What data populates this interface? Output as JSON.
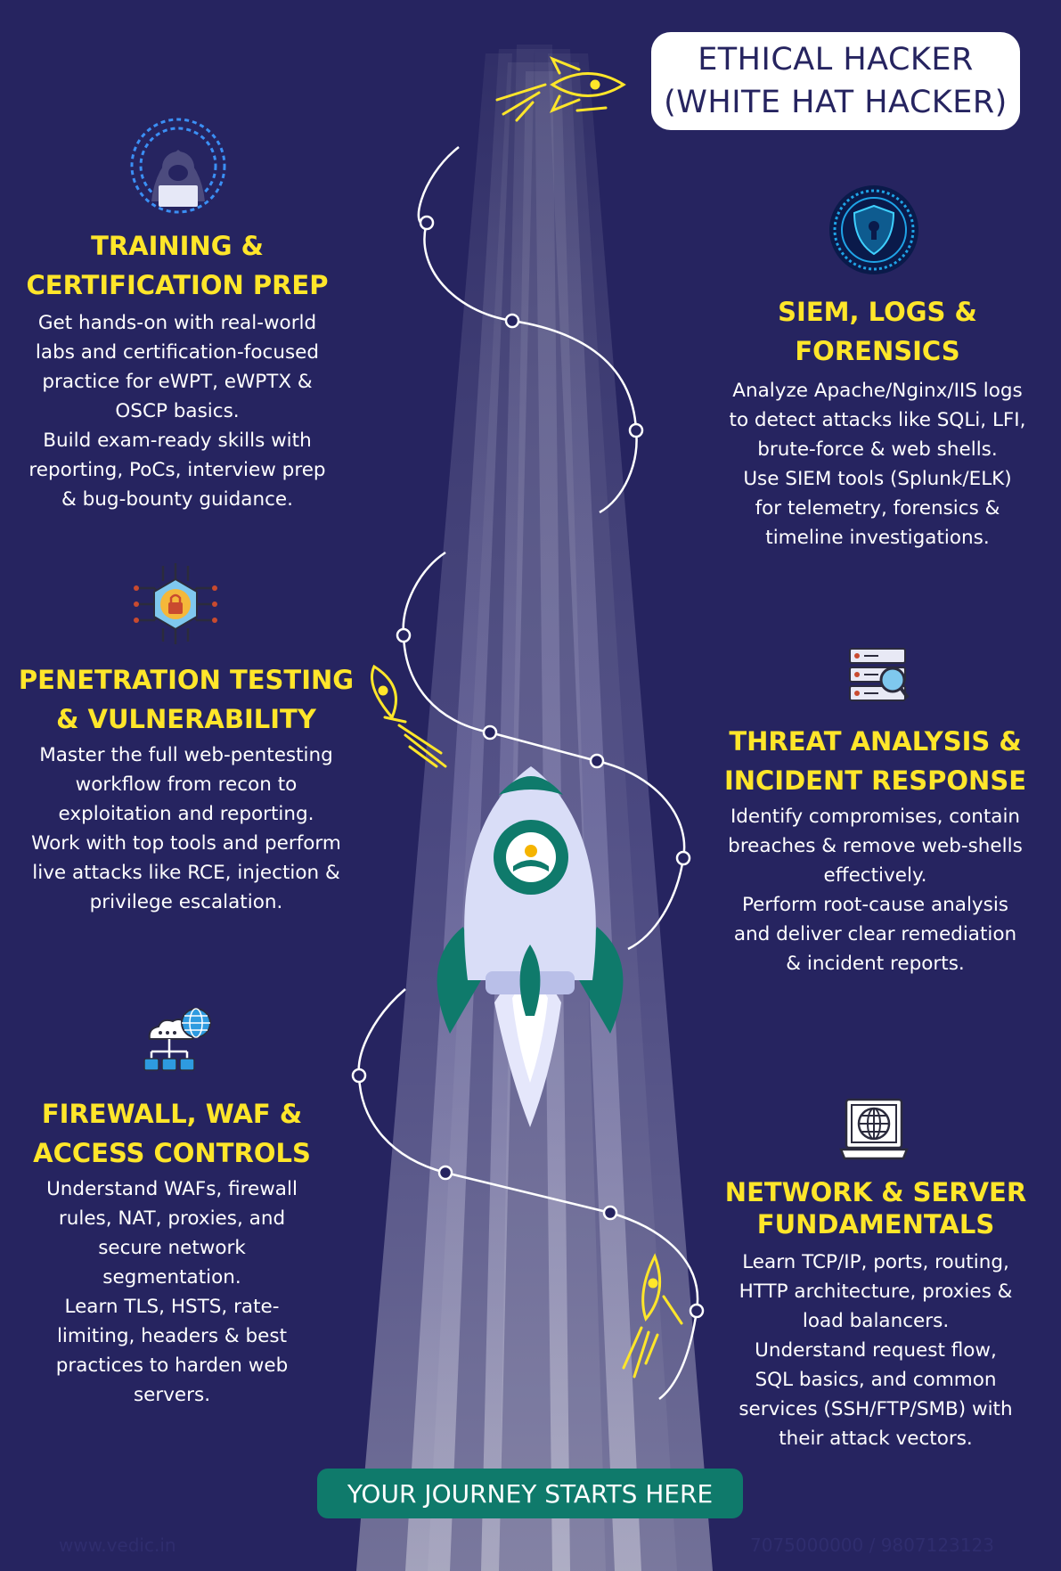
{
  "header": {
    "title_line1": "ETHICAL HACKER",
    "title_line2": "(WHITE HAT HACKER)"
  },
  "colors": {
    "background": "#262460",
    "heading": "#ffe62a",
    "cta": "#0f7a6b",
    "rocket_green": "#0f7a6b"
  },
  "sections": {
    "training": {
      "icon": "hooded-hacker-binary-icon",
      "heading_line1": "TRAINING &",
      "heading_line2": "CERTIFICATION PREP",
      "body": "Get hands-on with real-world\nlabs and certification-focused\npractice for eWPT, eWPTX &\nOSCP basics.\nBuild exam-ready skills with\nreporting, PoCs, interview prep\n& bug-bounty guidance."
    },
    "siem": {
      "icon": "shield-keyhole-icon",
      "heading_line1": "SIEM, LOGS &",
      "heading_line2": "FORENSICS",
      "body": "Analyze Apache/Nginx/IIS logs\nto detect attacks like SQLi, LFI,\nbrute-force & web shells.\nUse SIEM tools (Splunk/ELK)\nfor telemetry, forensics &\ntimeline investigations."
    },
    "pentest": {
      "icon": "circuit-lock-icon",
      "heading_line1": "PENETRATION TESTING",
      "heading_line2": "& VULNERABILITY",
      "body": "Master the full web-pentesting\nworkflow from recon to\nexploitation and reporting.\nWork with top tools and perform\nlive attacks like RCE, injection &\nprivilege escalation."
    },
    "threat": {
      "icon": "server-magnifier-icon",
      "heading_line1": "THREAT ANALYSIS &",
      "heading_line2": "INCIDENT RESPONSE",
      "body": "Identify compromises, contain\nbreaches & remove web-shells\neffectively.\nPerform root-cause analysis\nand deliver clear remediation\n& incident reports."
    },
    "firewall": {
      "icon": "cloud-network-globe-icon",
      "heading_line1": "FIREWALL, WAF &",
      "heading_line2": "ACCESS CONTROLS",
      "body": "Understand WAFs, firewall\nrules, NAT, proxies, and\nsecure network\nsegmentation.\nLearn TLS, HSTS, rate-\nlimiting, headers & best\npractices to harden web\nservers."
    },
    "network": {
      "icon": "laptop-globe-icon",
      "heading_line1": "NETWORK & SERVER",
      "heading_line2": "FUNDAMENTALS",
      "body": "Learn TCP/IP, ports, routing,\nHTTP architecture, proxies &\nload balancers.\nUnderstand request flow,\nSQL basics, and common\nservices (SSH/FTP/SMB) with\ntheir attack vectors."
    }
  },
  "cta": {
    "label": "YOUR JOURNEY STARTS HERE"
  },
  "footer": {
    "website": "www.vedic.in",
    "phone": "7075000000 / 9807123123"
  }
}
